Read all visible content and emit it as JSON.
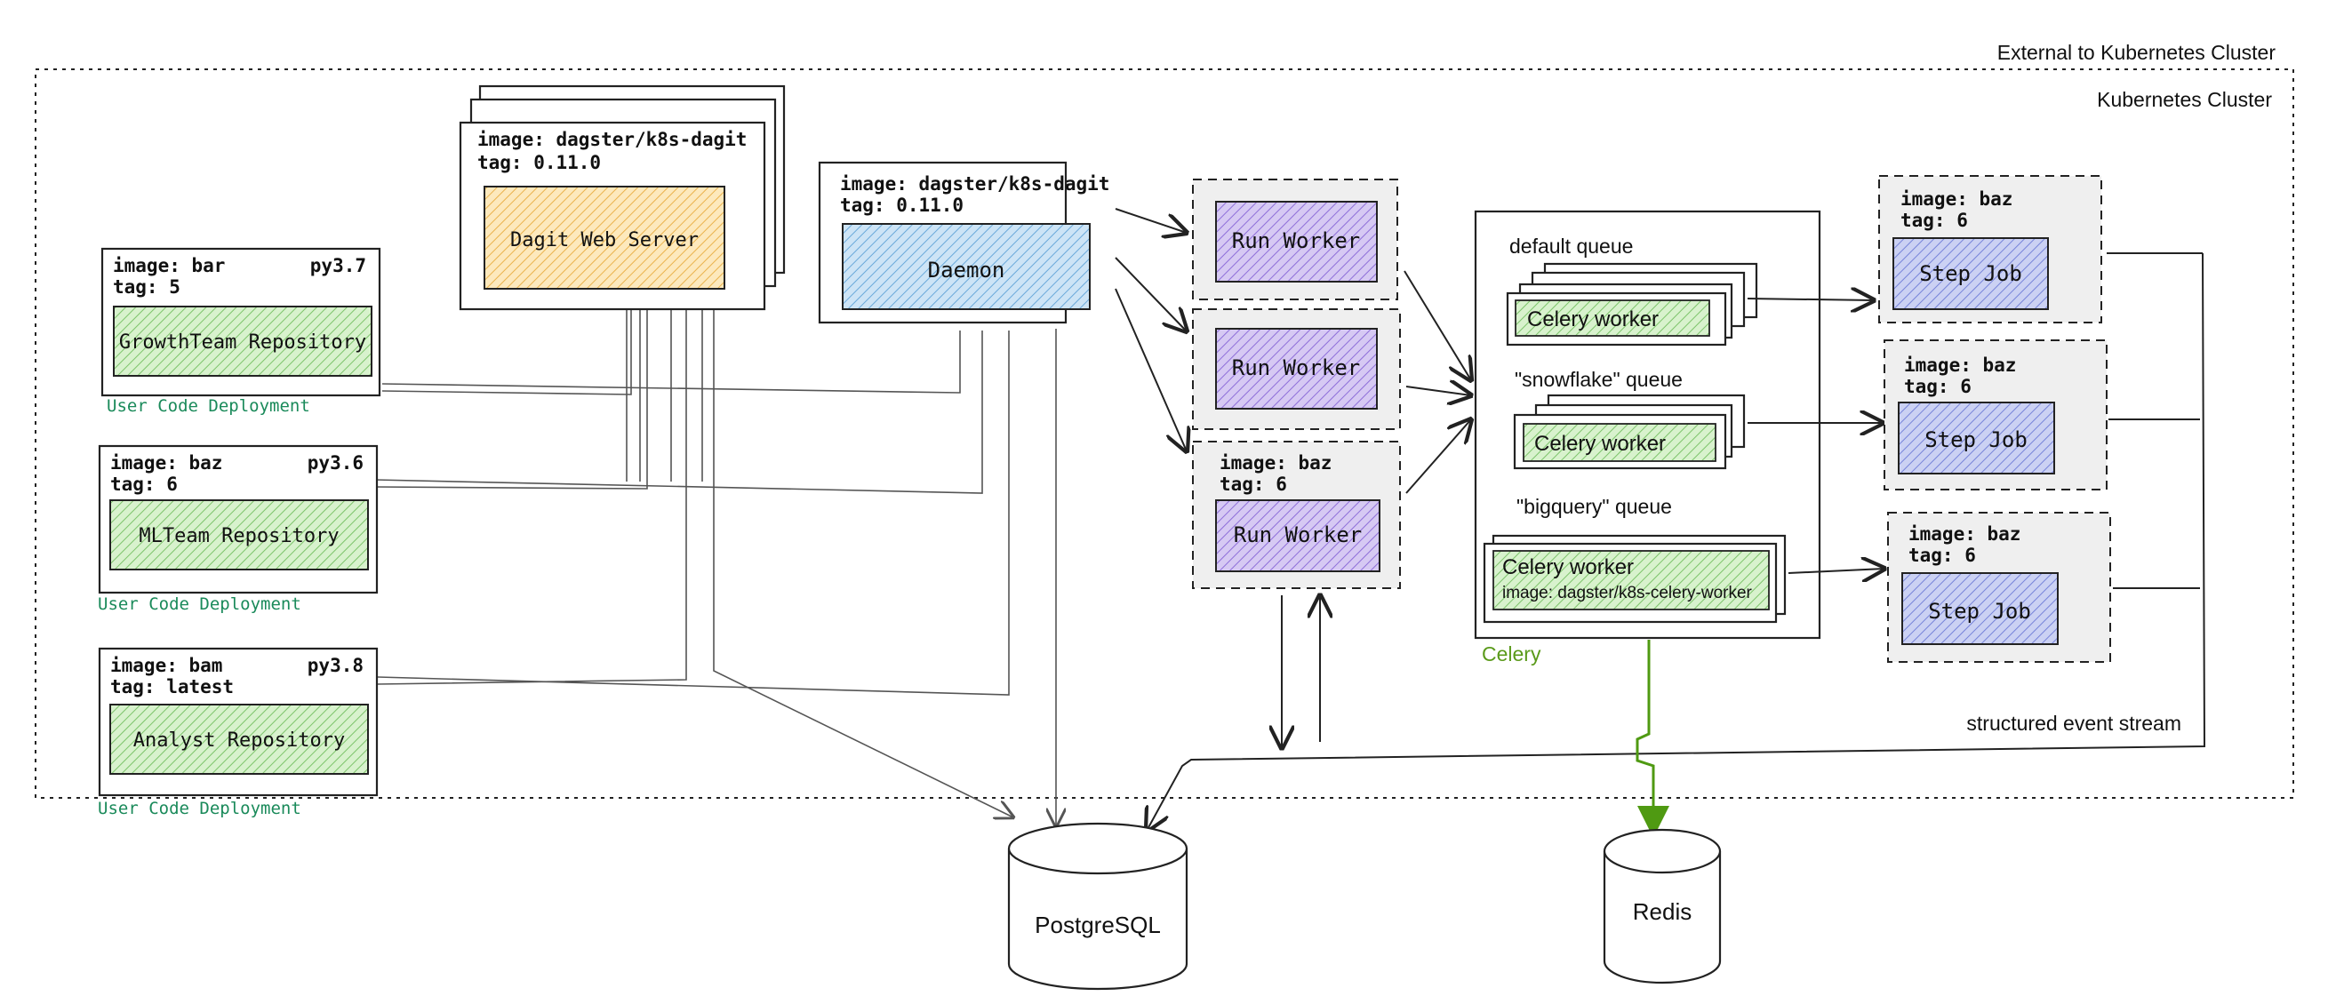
{
  "external_label": "External to Kubernetes Cluster",
  "cluster_label": "Kubernetes Cluster",
  "dagit": {
    "image": "image: dagster/k8s-dagit",
    "tag": "tag: 0.11.0",
    "name": "Dagit Web Server"
  },
  "daemon": {
    "image": "image: dagster/k8s-dagit",
    "tag": "tag: 0.11.0",
    "name": "Daemon"
  },
  "repos": [
    {
      "image": "image: bar",
      "py": "py3.7",
      "tag": "tag: 5",
      "name": "GrowthTeam Repository",
      "caption": "User Code Deployment"
    },
    {
      "image": "image: baz",
      "py": "py3.6",
      "tag": "tag: 6",
      "name": "MLTeam Repository",
      "caption": "User Code Deployment"
    },
    {
      "image": "image: bam",
      "py": "py3.8",
      "tag": "tag: latest",
      "name": "Analyst Repository",
      "caption": "User Code Deployment"
    }
  ],
  "run_workers": [
    {
      "name": "Run Worker"
    },
    {
      "name": "Run Worker"
    },
    {
      "image": "image: baz",
      "tag": "tag: 6",
      "name": "Run Worker"
    }
  ],
  "celery": {
    "label": "Celery",
    "queues": [
      {
        "label": "default queue",
        "worker": "Celery worker"
      },
      {
        "label": "\"snowflake\" queue",
        "worker": "Celery worker"
      },
      {
        "label": "\"bigquery\" queue",
        "worker": "Celery worker",
        "worker_image": "image: dagster/k8s-celery-worker"
      }
    ]
  },
  "step_jobs": [
    {
      "image": "image: baz",
      "tag": "tag: 6",
      "name": "Step Job"
    },
    {
      "image": "image: baz",
      "tag": "tag: 6",
      "name": "Step Job"
    },
    {
      "image": "image: baz",
      "tag": "tag: 6",
      "name": "Step Job"
    }
  ],
  "event_stream_label": "structured event stream",
  "postgres": "PostgreSQL",
  "redis": "Redis",
  "colors": {
    "green_fill": "#cfeec2",
    "yellow_fill": "#fbe2ae",
    "blue_fill": "#bfdcf2",
    "purple_fill": "#c9b9ee",
    "stepjob_fill": "#bcc4ef",
    "celery_green": "#5a9a1a",
    "ucd_green": "#1a8a5a"
  }
}
